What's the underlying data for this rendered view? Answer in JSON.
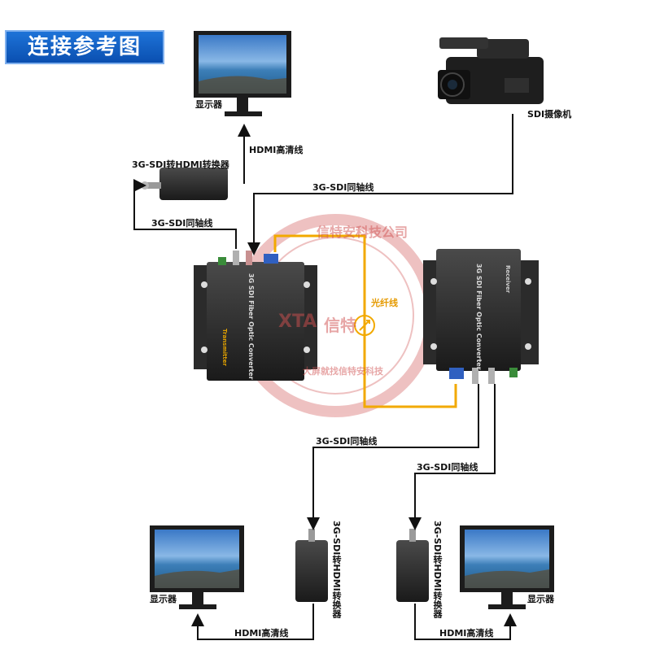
{
  "title": "连接参考图",
  "camera": {
    "label": "SDI摄像机"
  },
  "monitors": [
    {
      "id": "top",
      "label": "显示器"
    },
    {
      "id": "bottom-left",
      "label": "显示器"
    },
    {
      "id": "bottom-right",
      "label": "显示器"
    }
  ],
  "cables": {
    "hdmi_top": "HDMI高清线",
    "sdi_camera": "3G-SDI同轴线",
    "sdi_loop": "3G-SDI同轴线",
    "fiber": "光纤线",
    "sdi_out_left": "3G-SDI同轴线",
    "sdi_out_right": "3G-SDI同轴线",
    "hdmi_bottom_left": "HDMI高清线",
    "hdmi_bottom_right": "HDMI高清线"
  },
  "converters": {
    "top": "3G-SDI转HDMI转换器",
    "bottom_left": "3G-SDI转HDMI转换器",
    "bottom_right": "3G-SDI转HDMI转换器"
  },
  "devices": {
    "transmitter": {
      "name": "3G SDI Fiber Optic Converter",
      "tag": "Transmitter"
    },
    "receiver": {
      "name": "3G SDI Fiber Optic Converter",
      "tag": "Receiver"
    }
  },
  "watermark": {
    "ring": "信特安科技公司",
    "center": "信特",
    "logo": "XTA",
    "slogan": "大屏就找信特安科技"
  },
  "colors": {
    "fiber": "#f2a900",
    "cable": "#111111",
    "title_bg": "#1565c9",
    "watermark": "#d05050"
  }
}
